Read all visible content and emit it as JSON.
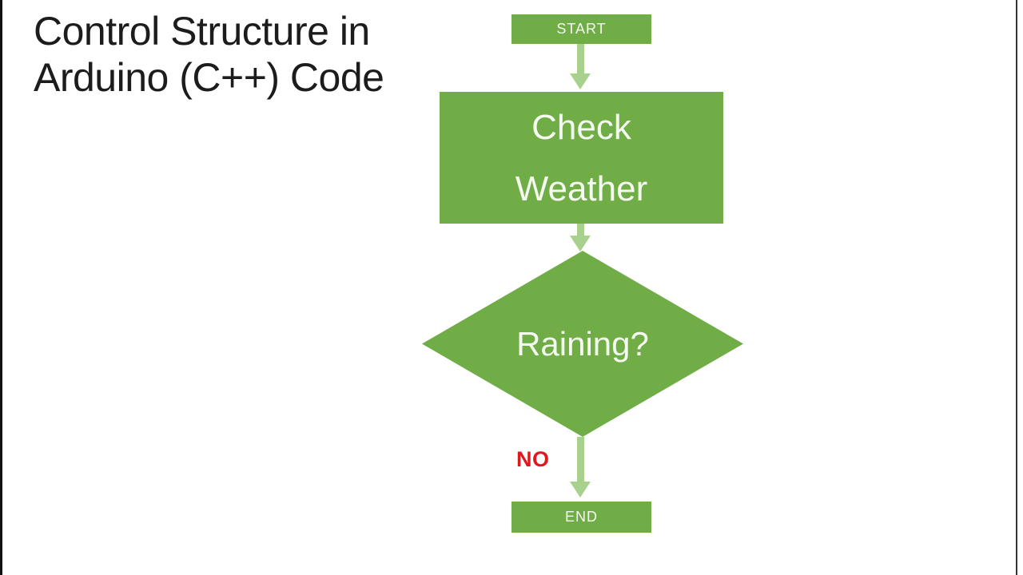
{
  "title": {
    "line1": "Control Structure in",
    "line2": "Arduino (C++) Code"
  },
  "flowchart": {
    "type": "flowchart",
    "nodes": {
      "start": {
        "shape": "rectangle",
        "label": "START"
      },
      "check_weather": {
        "shape": "rectangle",
        "line1": "Check",
        "line2": "Weather"
      },
      "raining": {
        "shape": "diamond",
        "label": "Raining?"
      },
      "end": {
        "shape": "rectangle",
        "label": "END"
      }
    },
    "edges": {
      "start_to_check": {
        "from": "start",
        "to": "check_weather",
        "label": ""
      },
      "check_to_raining": {
        "from": "check_weather",
        "to": "raining",
        "label": ""
      },
      "raining_to_end": {
        "from": "raining",
        "to": "end",
        "no_label": "NO"
      }
    }
  },
  "colors": {
    "node_fill": "#70AD47",
    "arrow_fill": "#A9D18E",
    "node_text": "#F5FAF0",
    "title_text": "#1C1C1C",
    "no_label": "#E0181E",
    "edge_line": "#111111"
  }
}
